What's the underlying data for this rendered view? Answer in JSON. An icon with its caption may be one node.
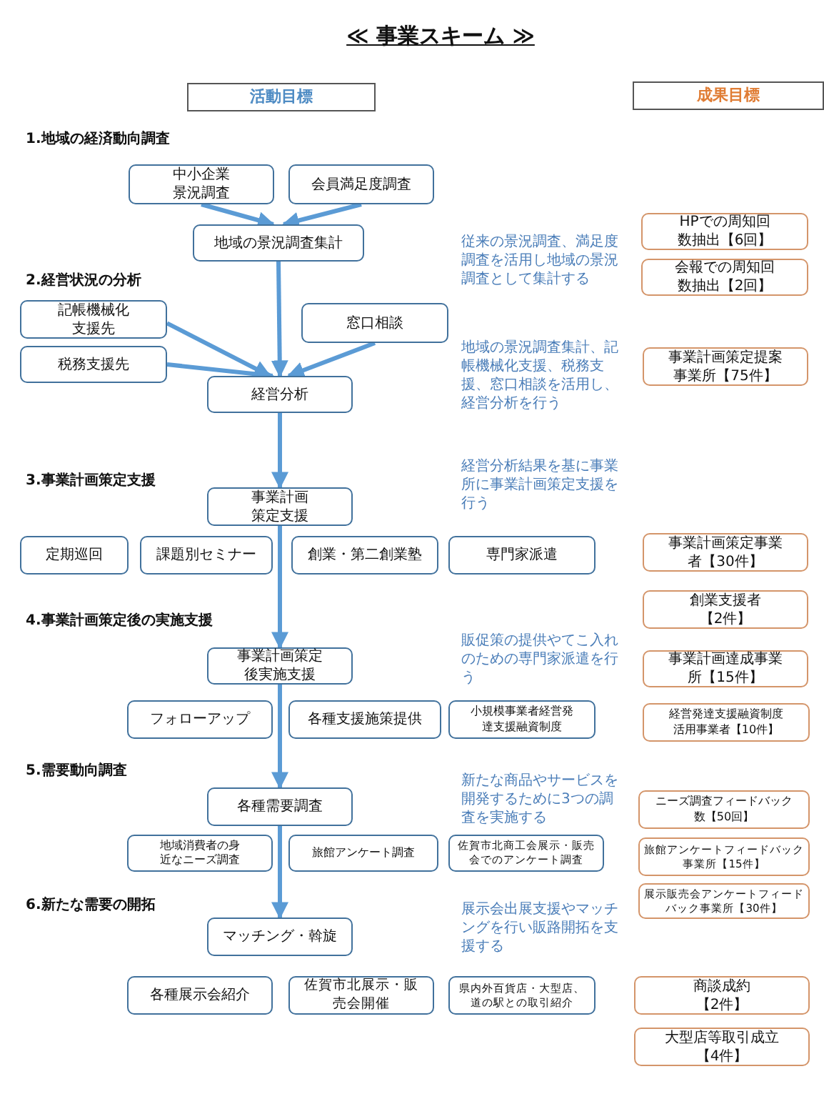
{
  "diagram": {
    "title": "≪ 事業スキーム ≫",
    "nodes": [
      {
        "text": [
          "活動目標"
        ]
      },
      {
        "text": [
          "成果目標"
        ]
      },
      {
        "text": [
          "中小企業景況調査"
        ]
      },
      {
        "text": [
          "会員満足度調査"
        ]
      },
      {
        "text": [
          "地域の景況調査集計"
        ]
      },
      {
        "text": [
          "HPでの周知回数抽出【6回】"
        ]
      },
      {
        "text": [
          "会報での周知回数抽出【2回】"
        ]
      },
      {
        "text": [
          "記帳機械化支援先"
        ]
      },
      {
        "text": [
          "税務支援先"
        ]
      },
      {
        "text": [
          "窓口相談"
        ]
      },
      {
        "text": [
          "経営分析"
        ]
      },
      {
        "text": [
          "事業計画策定提案事業所【75件】"
        ]
      },
      {
        "text": [
          "事業計画策定支援"
        ]
      },
      {
        "text": [
          "定期巡回"
        ]
      },
      {
        "text": [
          "課題別セミナー"
        ]
      },
      {
        "text": [
          "創業・第二創業塾"
        ]
      },
      {
        "text": [
          "専門家派遣"
        ]
      },
      {
        "text": [
          "事業計画策定事業者【30件】"
        ]
      },
      {
        "text": [
          "創業支援者【2件】"
        ]
      },
      {
        "text": [
          "事業計画策定後実施支援"
        ]
      },
      {
        "text": [
          "事業計画達成事業所【15件】"
        ]
      },
      {
        "text": [
          "フォローアップ"
        ]
      },
      {
        "text": [
          "各種支援施策提供"
        ]
      },
      {
        "text": [
          "小規模事業者経営発達支援融資制度"
        ]
      },
      {
        "text": [
          "経営発達支援融資制度活用事業者【10件】"
        ]
      },
      {
        "text": [
          "各種需要調査"
        ]
      },
      {
        "text": [
          "ニーズ調査フィードバック数【50回】"
        ]
      },
      {
        "text": [
          "地域消費者の身近なニーズ調査"
        ]
      },
      {
        "text": [
          "旅館アンケート調査"
        ]
      },
      {
        "text": [
          "佐賀市北商工会展示・販売会でのアンケート調査"
        ]
      },
      {
        "text": [
          "旅館アンケートフィードバック事業所【15件】"
        ]
      },
      {
        "text": [
          "展示販売会アンケートフィードバック事業所【30件】"
        ]
      },
      {
        "text": [
          "マッチング・斡旋"
        ]
      },
      {
        "text": [
          "各種展示会紹介"
        ]
      },
      {
        "text": [
          "佐賀市北展示・販売会開催"
        ]
      },
      {
        "text": [
          "県内外百貨店・大型店、道の駅との取引紹介"
        ]
      },
      {
        "text": [
          "商談成約【2件】"
        ]
      },
      {
        "text": [
          "大型店等取引成立【4件】"
        ]
      }
    ],
    "edges": [
      {
        "from": 2,
        "to": 4,
        "arrow": "to"
      },
      {
        "from": 3,
        "to": 4,
        "arrow": "to"
      },
      {
        "from": 4,
        "to": 10,
        "arrow": "to"
      },
      {
        "from": 7,
        "to": 10,
        "arrow": "to"
      },
      {
        "from": 8,
        "to": 10,
        "arrow": "to"
      },
      {
        "from": 9,
        "to": 10,
        "arrow": "to"
      },
      {
        "from": 10,
        "to": 12,
        "arrow": "to"
      },
      {
        "from": 12,
        "to": 19,
        "arrow": "to"
      },
      {
        "from": 19,
        "to": 25,
        "arrow": "to"
      },
      {
        "from": 25,
        "to": 32,
        "arrow": "to"
      }
    ],
    "labels": [
      "1.地域の経済動向調査",
      "従来の景況調査、満足度調査を活用し地域の景況調査として集計する",
      "2.経営状況の分析",
      "地域の景況調査集計、記帳機械化支援、税務支援、窓口相談を活用し、経営分析を行う",
      "経営分析結果を基に事業所に事業計画策定支援を行う",
      "3.事業計画策定支援",
      "4.事業計画策定後の実施支援",
      "販促策の提供やてこ入れのための専門家派遣を行う",
      "5.需要動向調査",
      "新たな商品やサービスを開発するために3つの調査を実施する",
      "6.新たな需要の開拓",
      "展示会出展支援やマッチングを行い販路開拓を支援する"
    ]
  }
}
